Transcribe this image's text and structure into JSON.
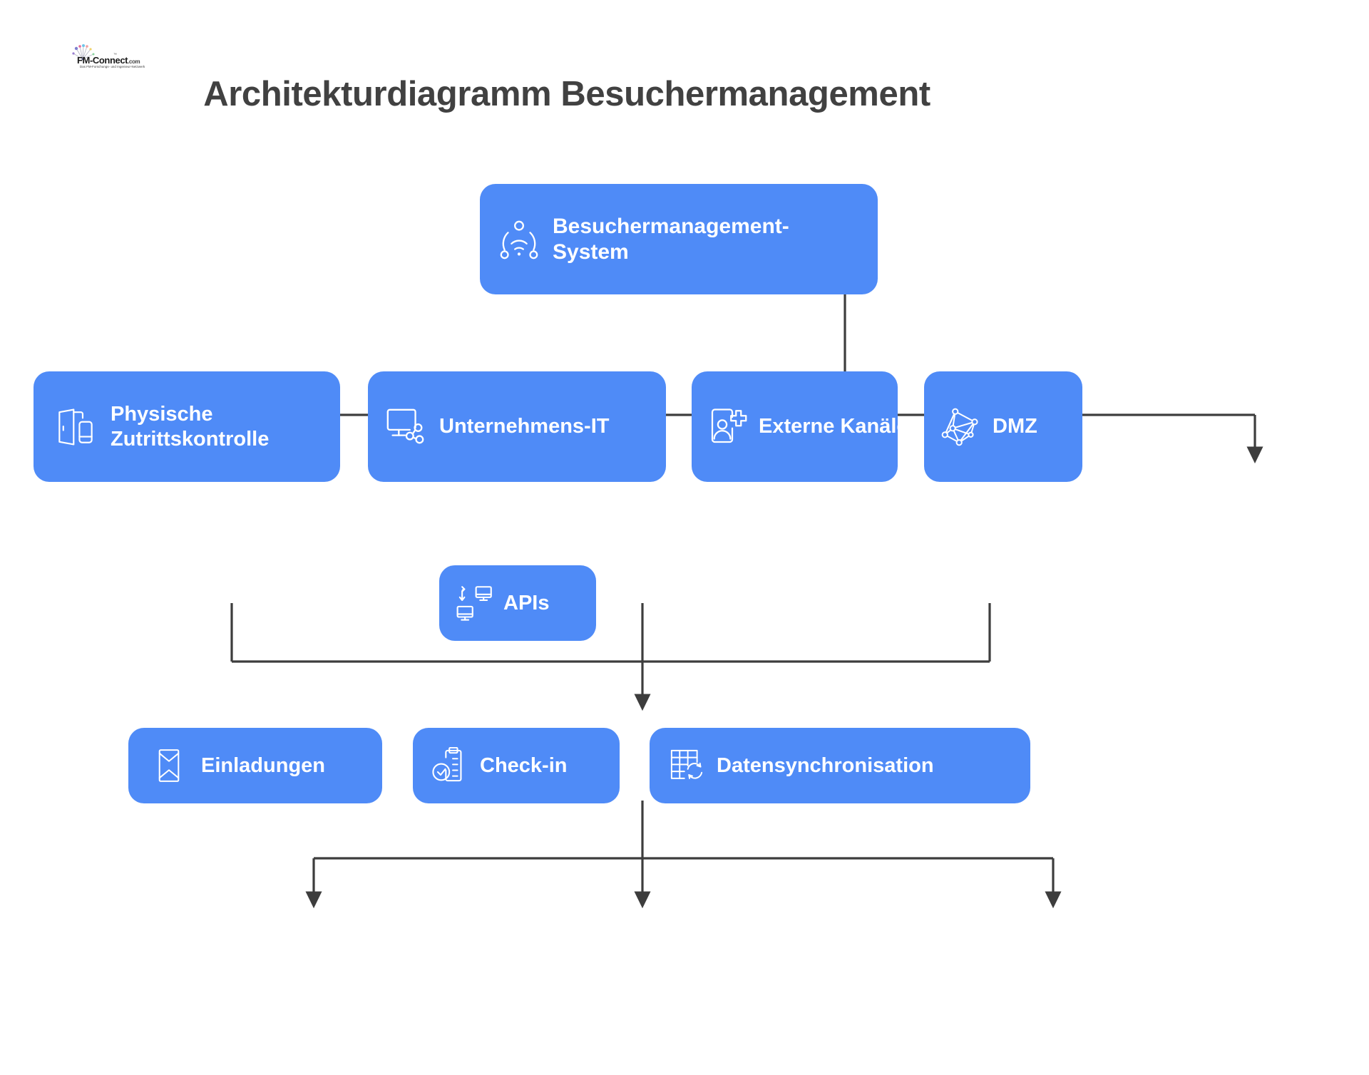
{
  "page": {
    "title": "Architekturdiagramm Besuchermanagement",
    "background": "#ffffff",
    "node_color": "#4f8bf7",
    "node_text_color": "#ffffff",
    "connector_color": "#3d3d3d",
    "title_color": "#414141"
  },
  "logo": {
    "name": "FM-Connect",
    "text_main": "FM-Connect",
    "text_suffix": ".com",
    "trademark": "™",
    "tagline": "Das FM-Forschungs- und Ingenieur-Netzwerk"
  },
  "diagram": {
    "type": "hierarchy",
    "root": {
      "id": "besuchermanagement-system",
      "label": "Besuchermanagement-System",
      "icon": "person-network-icon"
    },
    "level2": [
      {
        "id": "physische-zutrittskontrolle",
        "label": "Physische Zutrittskontrolle",
        "icon": "door-access-icon"
      },
      {
        "id": "unternehmens-it",
        "label": "Unternehmens-IT",
        "icon": "monitor-network-icon"
      },
      {
        "id": "externe-kanaele",
        "label": "Externe Kanäle",
        "icon": "add-user-card-icon"
      },
      {
        "id": "dmz",
        "label": "DMZ",
        "icon": "network-graph-icon"
      }
    ],
    "hub": {
      "id": "apis",
      "label": "APIs",
      "icon": "monitor-sync-icon"
    },
    "level4": [
      {
        "id": "einladungen",
        "label": "Einladungen",
        "icon": "envelope-icon"
      },
      {
        "id": "check-in",
        "label": "Check-in",
        "icon": "clipboard-check-icon"
      },
      {
        "id": "datensynchronisation",
        "label": "Datensynchronisation",
        "icon": "table-sync-icon"
      }
    ],
    "edges": [
      {
        "from": "besuchermanagement-system",
        "to": "physische-zutrittskontrolle"
      },
      {
        "from": "besuchermanagement-system",
        "to": "unternehmens-it"
      },
      {
        "from": "besuchermanagement-system",
        "to": "externe-kanaele"
      },
      {
        "from": "besuchermanagement-system",
        "to": "dmz"
      },
      {
        "from": "physische-zutrittskontrolle",
        "to": "apis"
      },
      {
        "from": "unternehmens-it",
        "to": "apis"
      },
      {
        "from": "externe-kanaele",
        "to": "apis"
      },
      {
        "from": "apis",
        "to": "einladungen"
      },
      {
        "from": "apis",
        "to": "check-in"
      },
      {
        "from": "apis",
        "to": "datensynchronisation"
      }
    ]
  }
}
